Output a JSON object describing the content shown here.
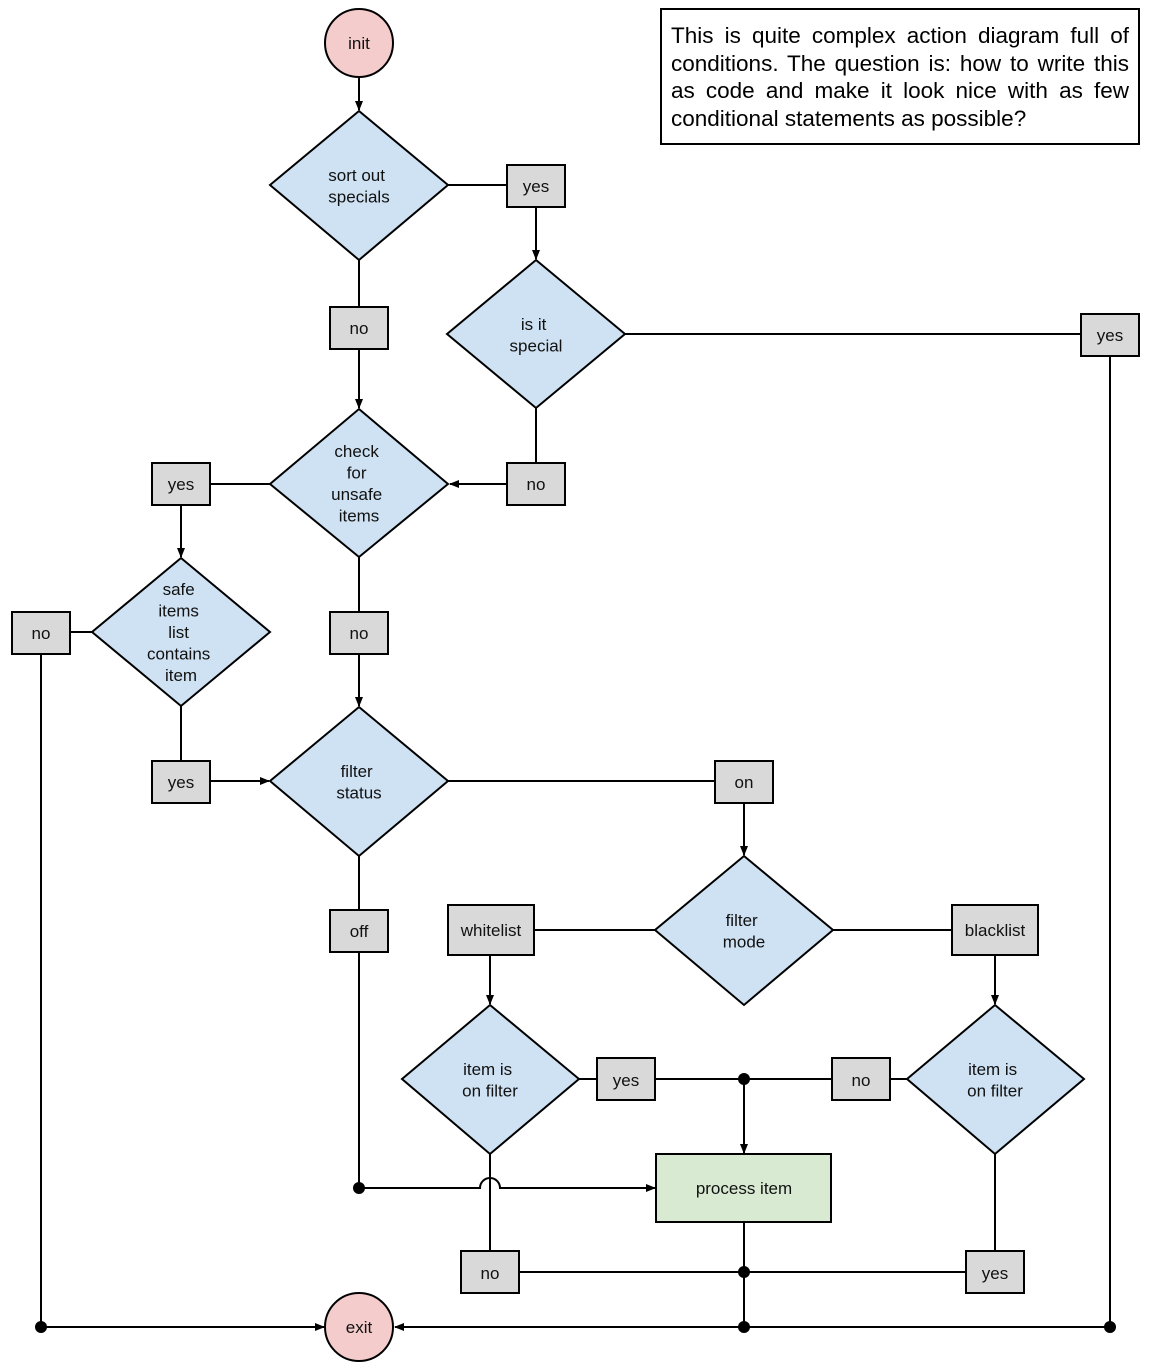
{
  "note": "This is quite complex action diagram full of conditions. The question is: how to write this as code and make it look nice with as few conditional statements as possible?",
  "colors": {
    "decision": "#cfe2f3",
    "label": "#d9d9d9",
    "terminal": "#f4cccc",
    "process": "#d9ead3",
    "line": "#000000"
  },
  "terminals": {
    "init": "init",
    "exit": "exit"
  },
  "decisions": {
    "sort_out_specials": [
      "sort out",
      "specials"
    ],
    "is_it_special": [
      "is it",
      "special"
    ],
    "check_unsafe": [
      "check",
      "for",
      "unsafe",
      "items"
    ],
    "safe_list": [
      "safe",
      "items",
      "list",
      "contains",
      "item"
    ],
    "filter_status": [
      "filter",
      "status"
    ],
    "filter_mode": [
      "filter",
      "mode"
    ],
    "whitelist_on_filter": [
      "item is",
      "on filter"
    ],
    "blacklist_on_filter": [
      "item is",
      "on filter"
    ]
  },
  "process": {
    "process_item": "process item"
  },
  "labels": {
    "sort_yes": "yes",
    "sort_no": "no",
    "special_yes": "yes",
    "special_no": "no",
    "unsafe_yes": "yes",
    "unsafe_no": "no",
    "safe_no": "no",
    "safe_yes": "yes",
    "status_on": "on",
    "status_off": "off",
    "mode_whitelist": "whitelist",
    "mode_blacklist": "blacklist",
    "white_yes": "yes",
    "white_no": "no",
    "black_no": "no",
    "black_yes": "yes"
  }
}
